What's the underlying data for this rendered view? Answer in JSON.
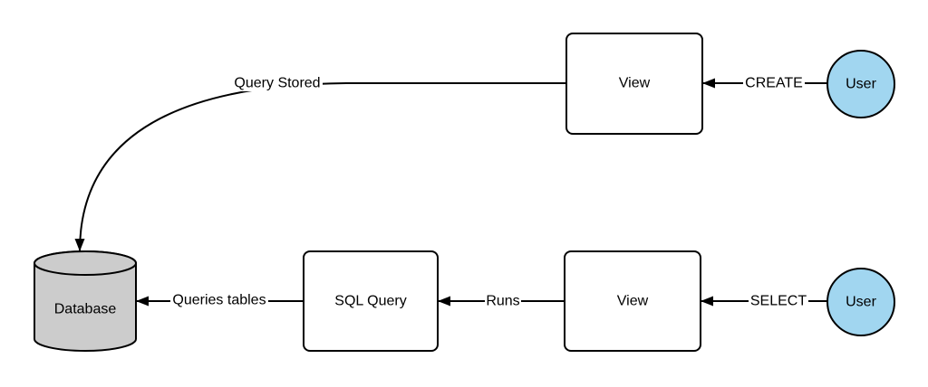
{
  "colors": {
    "canvas_background": "#FFFFFF",
    "node_fill": "#FFFFFF",
    "user_fill": "#A1D6F0",
    "database_fill": "#CCCCCC",
    "stroke": "#000000",
    "text": "#000000",
    "label_background": "#FFFFFF"
  },
  "nodes": {
    "view_top": {
      "label": "View",
      "shape": "rounded-rectangle"
    },
    "user_top": {
      "label": "User",
      "shape": "circle"
    },
    "database": {
      "label": "Database",
      "shape": "cylinder"
    },
    "sql_query": {
      "label": "SQL Query",
      "shape": "rounded-rectangle"
    },
    "view_bottom": {
      "label": "View",
      "shape": "rounded-rectangle"
    },
    "user_bottom": {
      "label": "User",
      "shape": "circle"
    }
  },
  "edges": {
    "create": {
      "label": "CREATE",
      "from": "user_top",
      "to": "view_top"
    },
    "query_stored": {
      "label": "Query Stored",
      "from": "view_top",
      "to": "database"
    },
    "select": {
      "label": "SELECT",
      "from": "user_bottom",
      "to": "view_bottom"
    },
    "runs": {
      "label": "Runs",
      "from": "view_bottom",
      "to": "sql_query"
    },
    "queries_tables": {
      "label": "Queries tables",
      "from": "sql_query",
      "to": "database"
    }
  }
}
